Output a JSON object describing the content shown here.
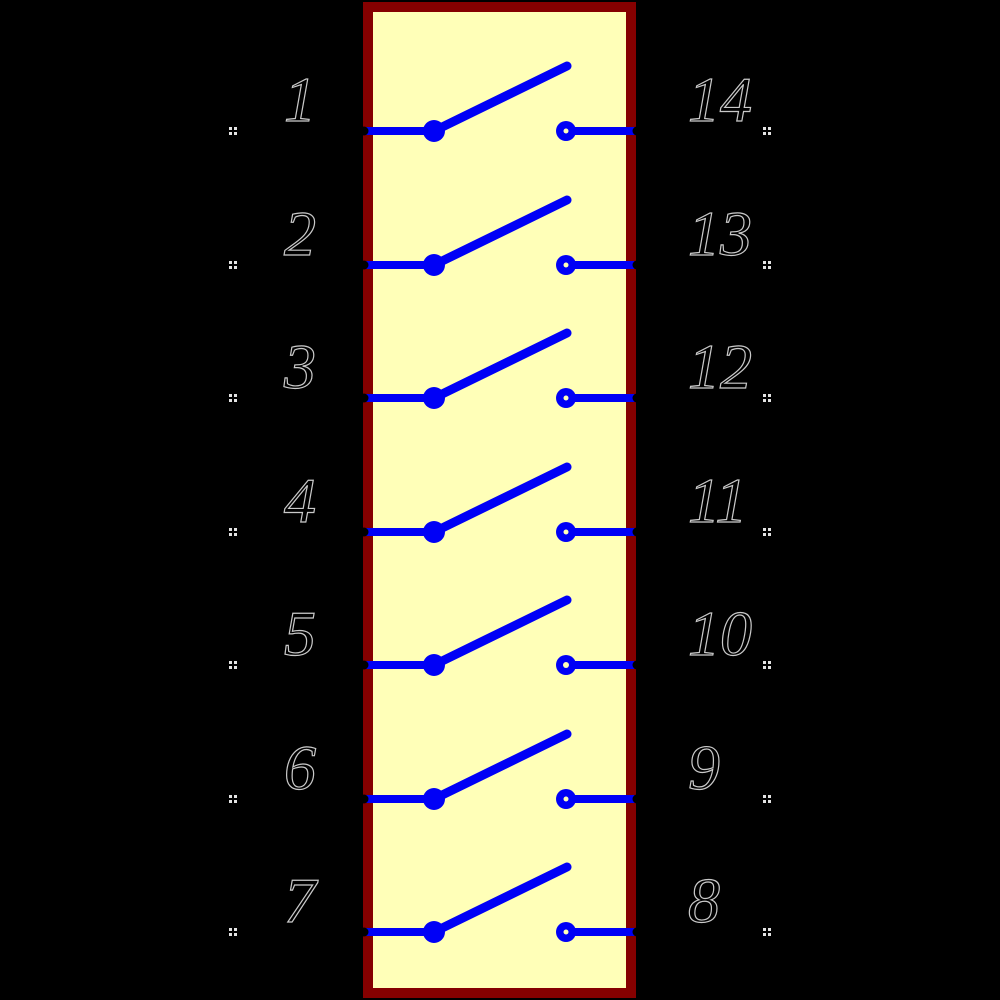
{
  "canvas": {
    "background_color": "#000000"
  },
  "component": {
    "kind": "7-circuit switch schematic symbol",
    "body_fill_color": "#FFFFB8",
    "body_border_color": "#850000",
    "wire_color": "#0000F6",
    "pin_number_outline_color": "#C9C9C9",
    "terminal_marker_color": "#E3E3E3",
    "switch_state": "open",
    "switches": [
      {
        "left_pin": "1",
        "right_pin": "14"
      },
      {
        "left_pin": "2",
        "right_pin": "13"
      },
      {
        "left_pin": "3",
        "right_pin": "12"
      },
      {
        "left_pin": "4",
        "right_pin": "11"
      },
      {
        "left_pin": "5",
        "right_pin": "10"
      },
      {
        "left_pin": "6",
        "right_pin": "9"
      },
      {
        "left_pin": "7",
        "right_pin": "8"
      }
    ]
  }
}
